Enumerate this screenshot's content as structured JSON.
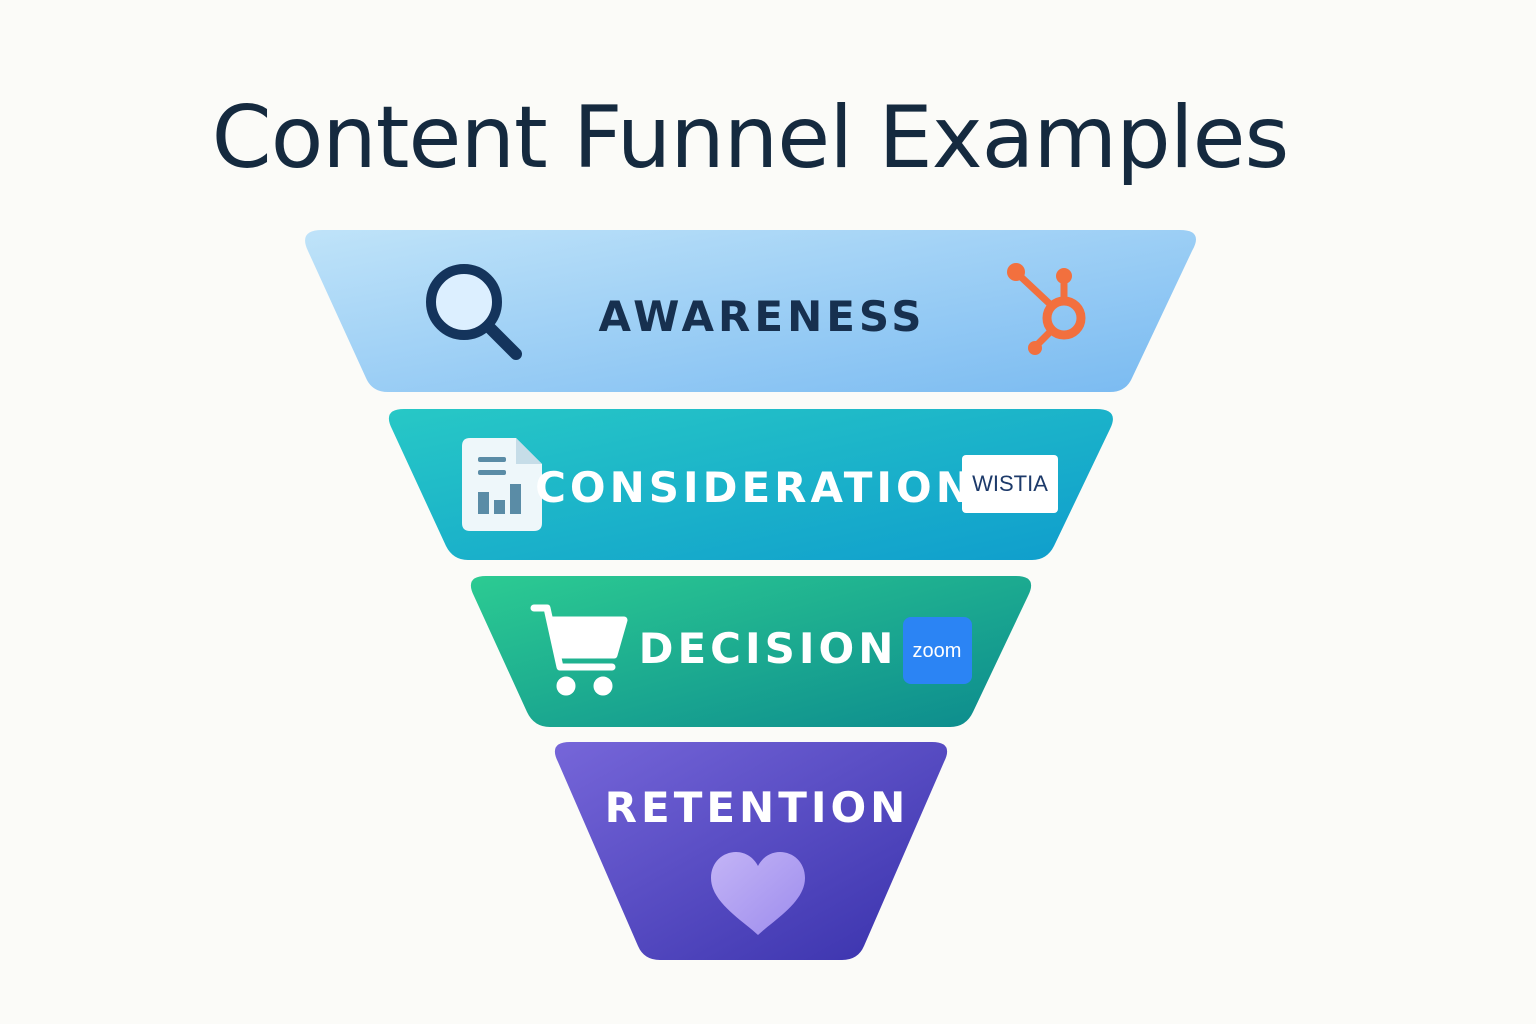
{
  "title": "Content Funnel Examples",
  "colors": {
    "title": "#152a3f",
    "awareness": [
      "#b8e0f8",
      "#7dbdf2"
    ],
    "consideration": [
      "#22c2c8",
      "#12a0cc"
    ],
    "decision": [
      "#27c493",
      "#0e8f8e"
    ],
    "retention": [
      "#7062d6",
      "#3b33ad"
    ],
    "brand_orange": "#f2703e",
    "zoom_blue": "#2b84f4"
  },
  "stages": [
    {
      "label": "AWARENESS",
      "left_icon": "magnifier-icon",
      "right_icon": "hubspot-logo-icon"
    },
    {
      "label": "CONSIDERATION",
      "left_icon": "document-chart-icon",
      "right_badge": "WISTIA"
    },
    {
      "label": "DECISION",
      "left_icon": "shopping-cart-icon",
      "right_badge": "zoom"
    },
    {
      "label": "RETENTION",
      "bottom_icon": "heart-icon"
    }
  ]
}
